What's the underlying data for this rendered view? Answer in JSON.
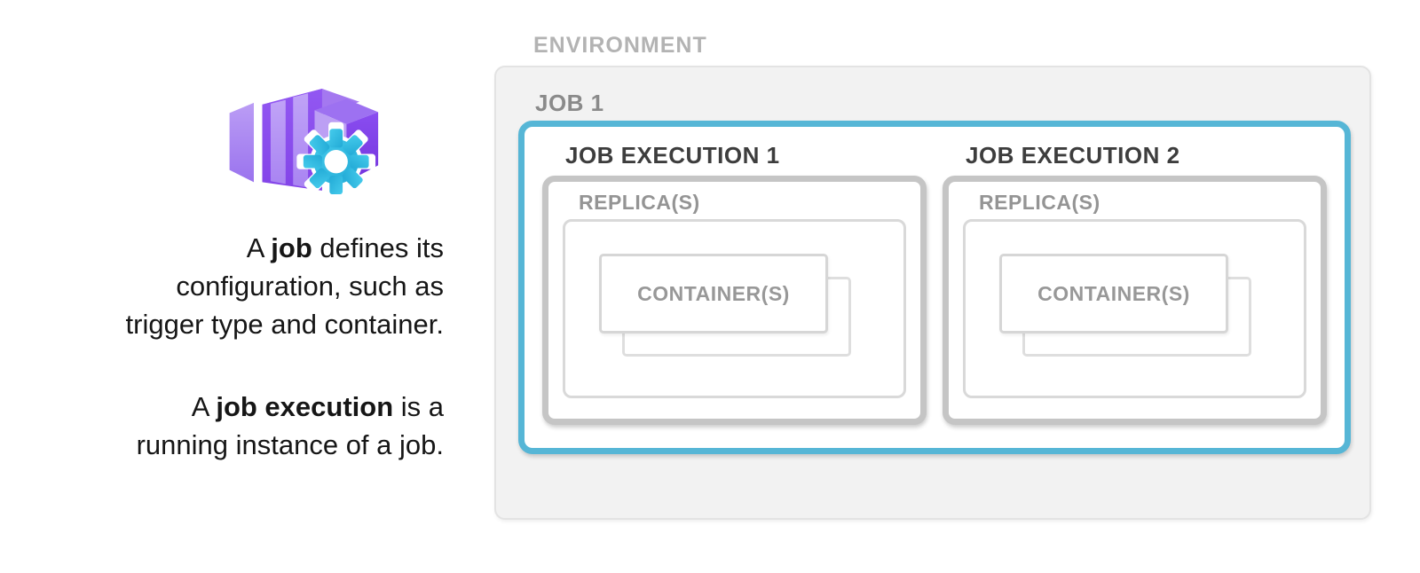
{
  "icon": {
    "name": "container-apps-job-icon",
    "colors": {
      "purple_main": "#8a4df0",
      "purple_light": "#b493f4",
      "gear_cyan": "#2fbde2"
    }
  },
  "description": {
    "paragraphs": [
      {
        "lines": [
          [
            {
              "t": "A ",
              "b": 0
            },
            {
              "t": "job",
              "b": 1
            },
            {
              "t": " defines its",
              "b": 0
            }
          ],
          [
            {
              "t": "configuration, such as",
              "b": 0
            }
          ],
          [
            {
              "t": "trigger type and container.",
              "b": 0
            }
          ]
        ]
      },
      {
        "lines": [
          [
            {
              "t": "A ",
              "b": 0
            },
            {
              "t": "job execution",
              "b": 1
            },
            {
              "t": " is a",
              "b": 0
            }
          ],
          [
            {
              "t": "running instance of a job.",
              "b": 0
            }
          ]
        ]
      }
    ]
  },
  "diagram": {
    "environment_label": "ENVIRONMENT",
    "job_label": "JOB 1",
    "accent_color": "#56b6d6",
    "box_border_gray": "#c5c5c5",
    "environment_fill": "#f2f2f2",
    "executions": [
      {
        "label": "JOB EXECUTION 1",
        "replica_label": "REPLICA(S)",
        "container_label": "CONTAINER(S)"
      },
      {
        "label": "JOB EXECUTION 2",
        "replica_label": "REPLICA(S)",
        "container_label": "CONTAINER(S)"
      }
    ]
  }
}
